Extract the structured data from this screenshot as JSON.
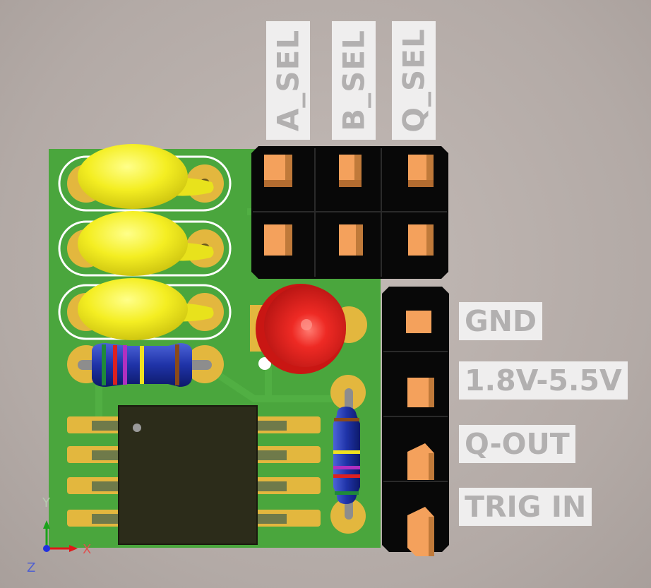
{
  "header_labels": [
    "A_SEL",
    "B_SEL",
    "Q_SEL"
  ],
  "pin_labels": [
    "GND",
    "1.8V-5.5V",
    "Q-OUT",
    "TRIG IN"
  ],
  "axis_labels": {
    "x": "X",
    "y": "Y",
    "z": "Z"
  },
  "colors": {
    "pcb": "#4aa63d",
    "pad_gold": "#e3b73e",
    "capacitor": "#f4ee22",
    "led": "#e8201e",
    "header_black": "#080808",
    "pin_orange": "#f4a15c"
  }
}
